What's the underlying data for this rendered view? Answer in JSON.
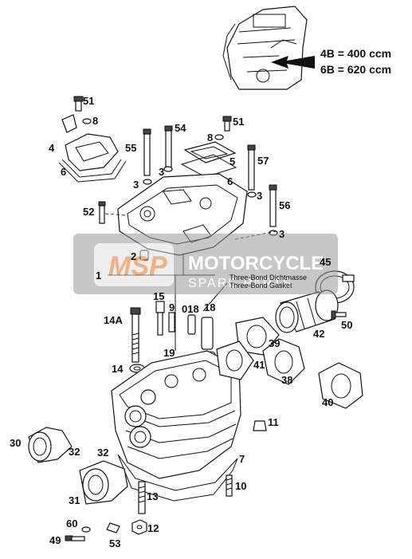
{
  "engine_callout": {
    "line1": "4B = 400 ccm",
    "line2": "6B = 620 ccm"
  },
  "notes": {
    "sealant_de": "Three-Bond Dichtmasse",
    "sealant_en": "Three-Bond Gasket"
  },
  "watermark": {
    "logo": "MSP",
    "title": "MOTORCYCLE",
    "subtitle": "SPARE PARTS"
  },
  "labels": {
    "p51a": "51",
    "p8a": "8",
    "p4": "4",
    "p6a": "6",
    "p52": "52",
    "p54": "54",
    "p55": "55",
    "p3a": "3",
    "p3b": "3",
    "p8b": "8",
    "p51b": "51",
    "p5": "5",
    "p6b": "6",
    "p57": "57",
    "p3c": "3",
    "p56": "56",
    "p3d": "3",
    "p2": "2",
    "p1": "1",
    "p45": "45",
    "p15": "15",
    "p14a": "14A",
    "p9": "9",
    "p018": "018",
    "p18": "18",
    "p42": "42",
    "p50": "50",
    "p39": "39",
    "p14": "14",
    "p19": "19",
    "p41": "41",
    "p38": "38",
    "p40": "40",
    "p11": "11",
    "p30": "30",
    "p32a": "32",
    "p32b": "32",
    "p7": "7",
    "p10": "10",
    "p31": "31",
    "p13": "13",
    "p60": "60",
    "p12": "12",
    "p49": "49",
    "p53": "53"
  }
}
